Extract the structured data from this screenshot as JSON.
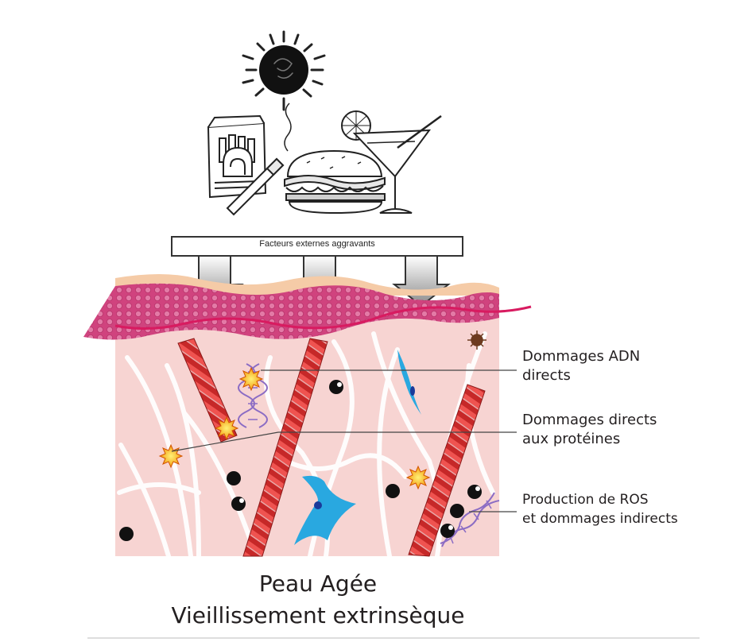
{
  "banner_label": "Facteurs externes aggravants",
  "callouts": [
    {
      "line1": "Dommages ADN",
      "line2": "directs"
    },
    {
      "line1": "Dommages directs",
      "line2": "aux protéines"
    },
    {
      "line1": "Production de ROS",
      "line2": "et dommages indirects"
    }
  ],
  "title": {
    "line1": "Peau Agée",
    "line2": "Vieillissement extrinsèque"
  },
  "colors": {
    "dermis": "#f7d4d2",
    "epidermis": "#d0437e",
    "stratum_corneum": "#f5cba7",
    "collagen": "#d32f2f",
    "fibroblast": "#29a8e0",
    "ros": "#111111",
    "dna": "#8b6cc4",
    "damage_star": "#f6a21c"
  }
}
